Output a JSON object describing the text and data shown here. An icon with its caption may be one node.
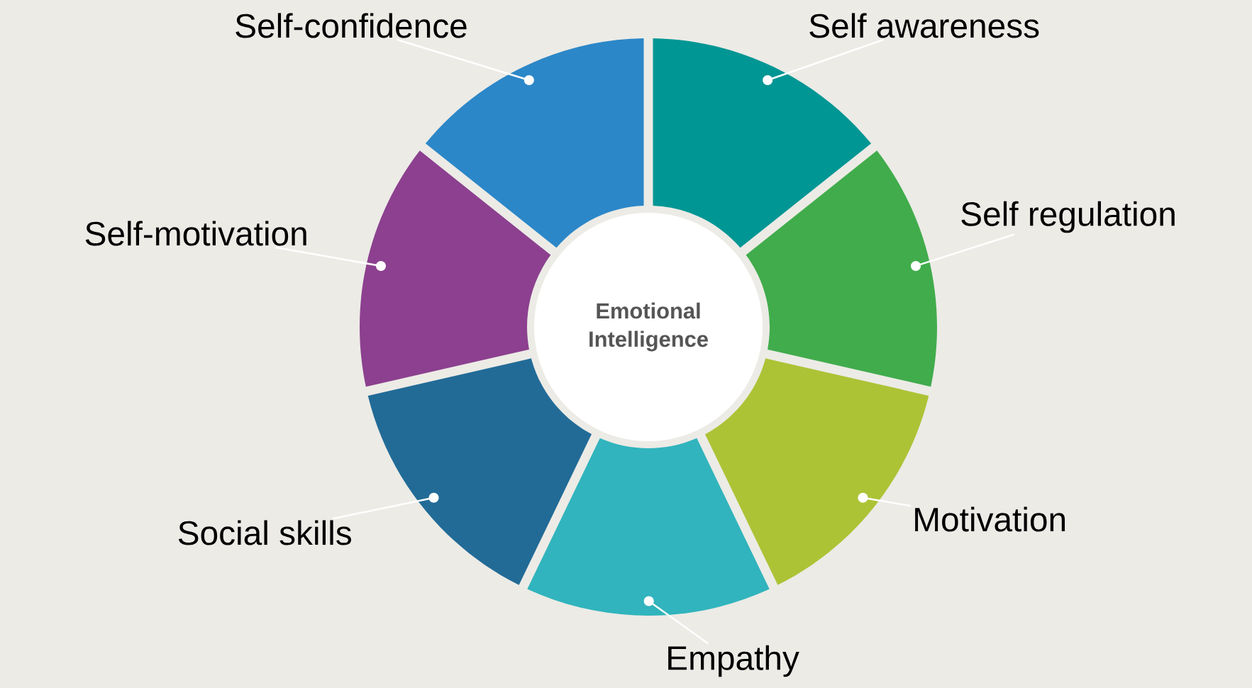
{
  "diagram": {
    "nodes": [
      {
        "text": [
          "Emotional Intelligence"
        ]
      },
      {
        "text": [],
        "shape": "wedge"
      },
      {
        "text": [],
        "shape": "wedge"
      },
      {
        "text": [],
        "shape": "wedge"
      },
      {
        "text": [],
        "shape": "wedge"
      },
      {
        "text": [],
        "shape": "wedge"
      },
      {
        "text": [],
        "shape": "wedge"
      },
      {
        "text": [],
        "shape": "wedge"
      },
      {
        "text": [
          "Self awareness"
        ]
      },
      {
        "text": [
          "Self regulation"
        ]
      },
      {
        "text": [
          "Motivation"
        ]
      },
      {
        "text": [
          "Empathy"
        ]
      },
      {
        "text": [
          "Social skills"
        ]
      },
      {
        "text": [
          "Self-motivation"
        ]
      },
      {
        "text": [
          "Self-confidence"
        ]
      }
    ],
    "edges": [
      {
        "from": 8,
        "to": 1,
        "arrow": "other"
      },
      {
        "from": 9,
        "to": 2,
        "arrow": "other"
      },
      {
        "from": 10,
        "to": 3,
        "arrow": "other"
      },
      {
        "from": 11,
        "to": 4,
        "arrow": "other"
      },
      {
        "from": 12,
        "to": 5,
        "arrow": "other"
      },
      {
        "from": 13,
        "to": 6,
        "arrow": "other"
      },
      {
        "from": 14,
        "to": 7,
        "arrow": "other"
      }
    ]
  }
}
